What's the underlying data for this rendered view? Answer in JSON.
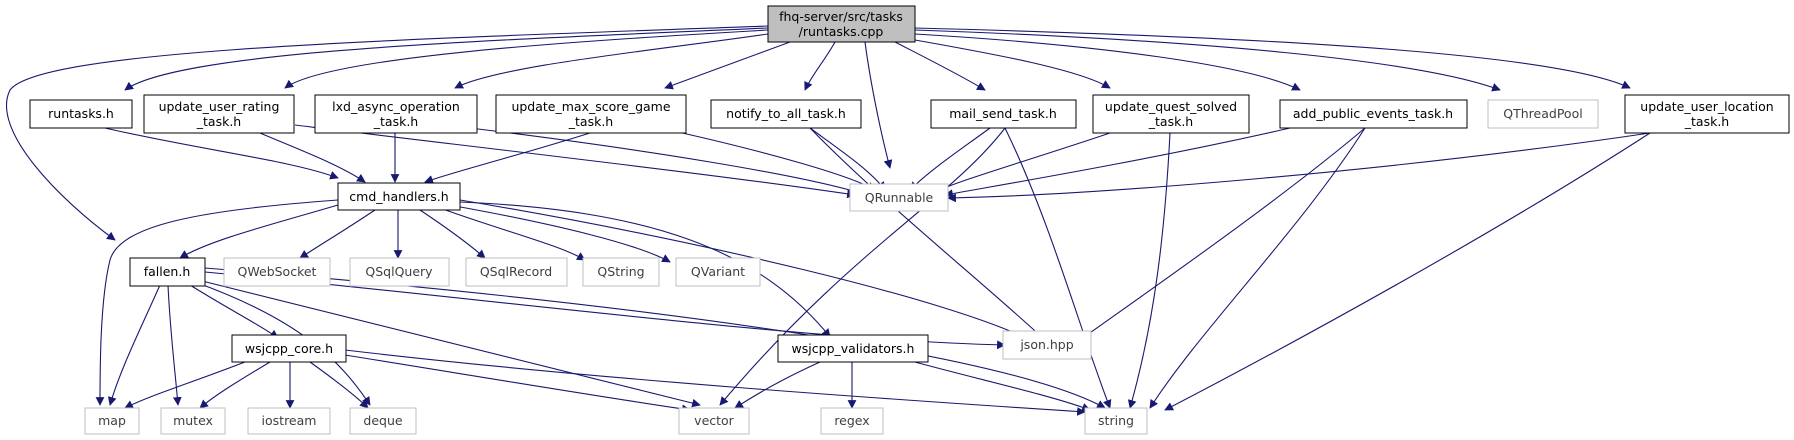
{
  "graph": {
    "root": {
      "line1": "fhq-server/src/tasks",
      "line2": "/runtasks.cpp"
    },
    "nodes": {
      "runtasks_h": "runtasks.h",
      "update_user_rating_1": "update_user_rating",
      "update_user_rating_2": "_task.h",
      "lxd_async_1": "lxd_async_operation",
      "lxd_async_2": "_task.h",
      "update_max_score_1": "update_max_score_game",
      "update_max_score_2": "_task.h",
      "notify_to_all": "notify_to_all_task.h",
      "mail_send": "mail_send_task.h",
      "update_quest_solved_1": "update_quest_solved",
      "update_quest_solved_2": "_task.h",
      "add_public_events": "add_public_events_task.h",
      "qthreadpool": "QThreadPool",
      "update_user_location_1": "update_user_location",
      "update_user_location_2": "_task.h",
      "cmd_handlers": "cmd_handlers.h",
      "qrunnable": "QRunnable",
      "fallen": "fallen.h",
      "qwebsocket": "QWebSocket",
      "qsqlquery": "QSqlQuery",
      "qsqlrecord": "QSqlRecord",
      "qstring": "QString",
      "qvariant": "QVariant",
      "wsjcpp_core": "wsjcpp_core.h",
      "wsjcpp_validators": "wsjcpp_validators.h",
      "json_hpp": "json.hpp",
      "map": "map",
      "mutex": "mutex",
      "iostream": "iostream",
      "deque": "deque",
      "vector": "vector",
      "regex": "regex",
      "string": "string"
    },
    "colors": {
      "edge": "#191970",
      "external_border": "#bfbfbf",
      "root_fill": "#bfbfbf"
    }
  }
}
